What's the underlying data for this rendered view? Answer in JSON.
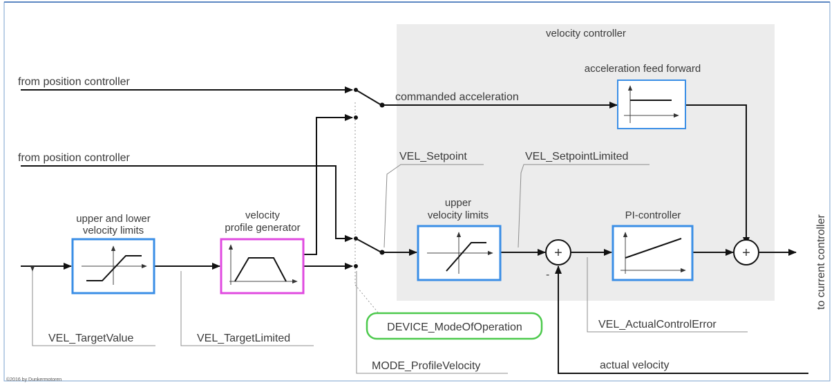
{
  "regions": {
    "velocity_controller": "velocity controller"
  },
  "inputs": {
    "from_pos_1": "from position controller",
    "from_pos_2": "from position controller"
  },
  "signals": {
    "commanded_acceleration": "commanded acceleration",
    "vel_setpoint": "VEL_Setpoint",
    "vel_setpoint_limited": "VEL_SetpointLimited",
    "vel_target_value": "VEL_TargetValue",
    "vel_target_limited": "VEL_TargetLimited",
    "mode_profile_velocity": "MODE_ProfileVelocity",
    "device_mode_of_operation": "DEVICE_ModeOfOperation",
    "vel_actual_control_error": "VEL_ActualControlError",
    "actual_velocity": "actual velocity",
    "minus_sign": "-",
    "sum_symbol_1": "+",
    "sum_symbol_2": "+"
  },
  "blocks": {
    "limits1_line1": "upper and lower",
    "limits1_line2": "velocity limits",
    "profile_line1": "velocity",
    "profile_line2": "profile generator",
    "upper_line1": "upper",
    "upper_line2": "velocity limits",
    "pi": "PI-controller",
    "accel_ff": "acceleration feed forward"
  },
  "output": "to current controller",
  "copyright": "©2016 by Dunkermotoren",
  "colors": {
    "blue_block": "#3a8ee6",
    "magenta_block": "#e04ae0",
    "green_block": "#4cc94c",
    "region_fill": "#ececec",
    "frame_border": "#7aa0cc"
  }
}
